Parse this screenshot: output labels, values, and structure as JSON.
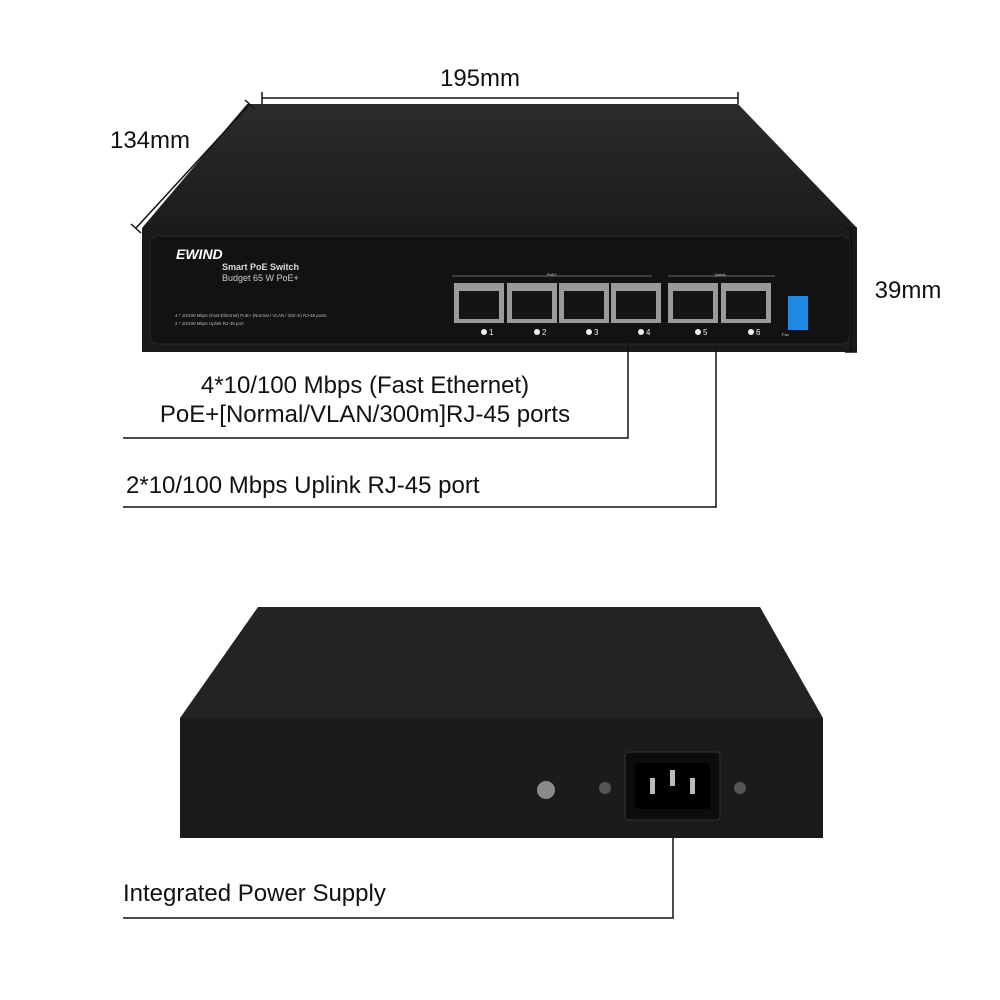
{
  "dimensions": {
    "width": "195mm",
    "depth": "134mm",
    "height": "39mm"
  },
  "device": {
    "brand": "EWIND",
    "model": "Smart PoE Switch",
    "budget": "Budget 65 W PoE+",
    "spec_line1": "4 * 10/100 Mbps (Fast Ethernet) PoE+ (Normal / VLAN / 300 m) RJ-45 ports",
    "spec_line2": "2 * 10/100 Mbps Uplink RJ-45 port",
    "group_poe": "PoE+",
    "group_uplink": "Uplink",
    "ports": [
      "1",
      "2",
      "3",
      "4",
      "5",
      "6"
    ],
    "switch_label": "Fan"
  },
  "callouts": {
    "poe_line1": "4*10/100 Mbps (Fast Ethernet)",
    "poe_line2": "PoE+[Normal/VLAN/300m]RJ-45 ports",
    "uplink": "2*10/100 Mbps Uplink RJ-45 port",
    "power": "Integrated Power Supply"
  }
}
